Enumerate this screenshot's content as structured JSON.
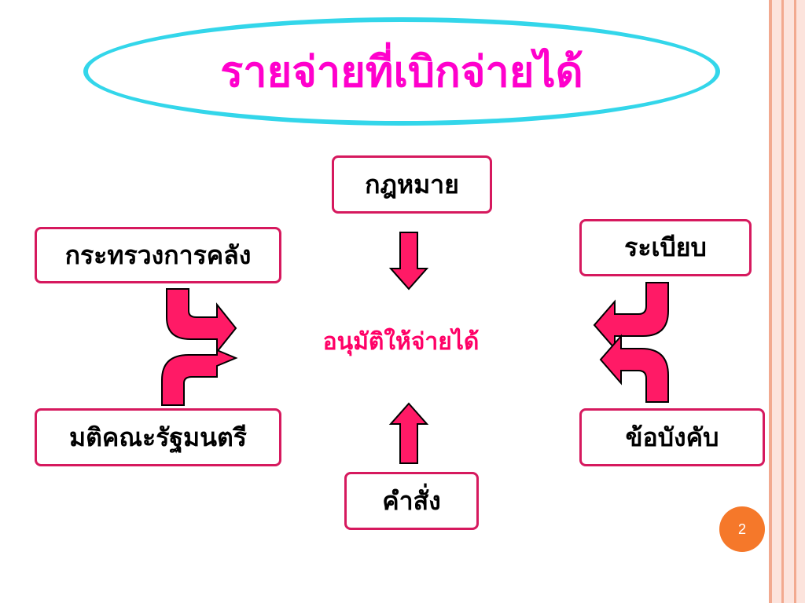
{
  "title": "รายจ่ายที่เบิกจ่ายได้",
  "center": "อนุมัติให้จ่ายได้",
  "boxes": {
    "top": "กฎหมาย",
    "bottom": "คำสั่ง",
    "left_top": "กระทรวงการคลัง",
    "left_bottom": "มติคณะรัฐมนตรี",
    "right_top": "ระเบียบ",
    "right_bottom": "ข้อบังคับ"
  },
  "page_number": "2",
  "colors": {
    "title": "#ff00cc",
    "title_border": "#33d6ea",
    "box_border": "#d6195e",
    "arrow_fill": "#ff1a66",
    "center_text": "#ff0066",
    "page_badge": "#f5782a"
  }
}
